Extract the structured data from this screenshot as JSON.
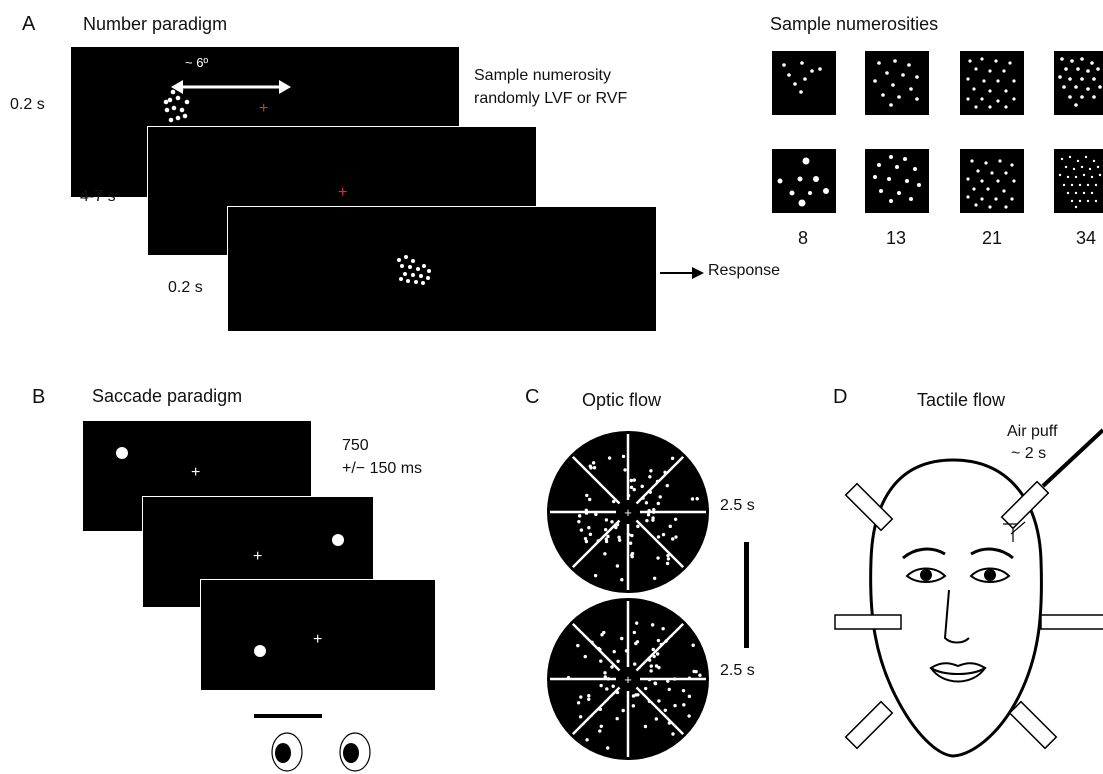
{
  "panel_a": {
    "letter": "A",
    "title": "Number paradigm",
    "sample_title": "Sample numerosities",
    "time_top": "0.2 s",
    "time_mid": "4-7 s",
    "time_bottom": "0.2 s",
    "angle": "~ 6º",
    "note_line1": "Sample numerosity",
    "note_line2": "randomly LVF or RVF",
    "response": "Response",
    "numerosities": [
      "8",
      "13",
      "21",
      "34"
    ]
  },
  "panel_b": {
    "letter": "B",
    "title": "Saccade paradigm",
    "duration_line1": "750",
    "duration_line2": "+/− 150 ms"
  },
  "panel_c": {
    "letter": "C",
    "title": "Optic flow",
    "time_top": "2.5 s",
    "time_bottom": "2.5 s"
  },
  "panel_d": {
    "letter": "D",
    "title": "Tactile flow",
    "puff_line1": "Air puff",
    "puff_line2": "~ 2 s"
  },
  "colors": {
    "fixation_red": "#e0302a",
    "screen": "#000000",
    "stimulus": "#ffffff"
  }
}
